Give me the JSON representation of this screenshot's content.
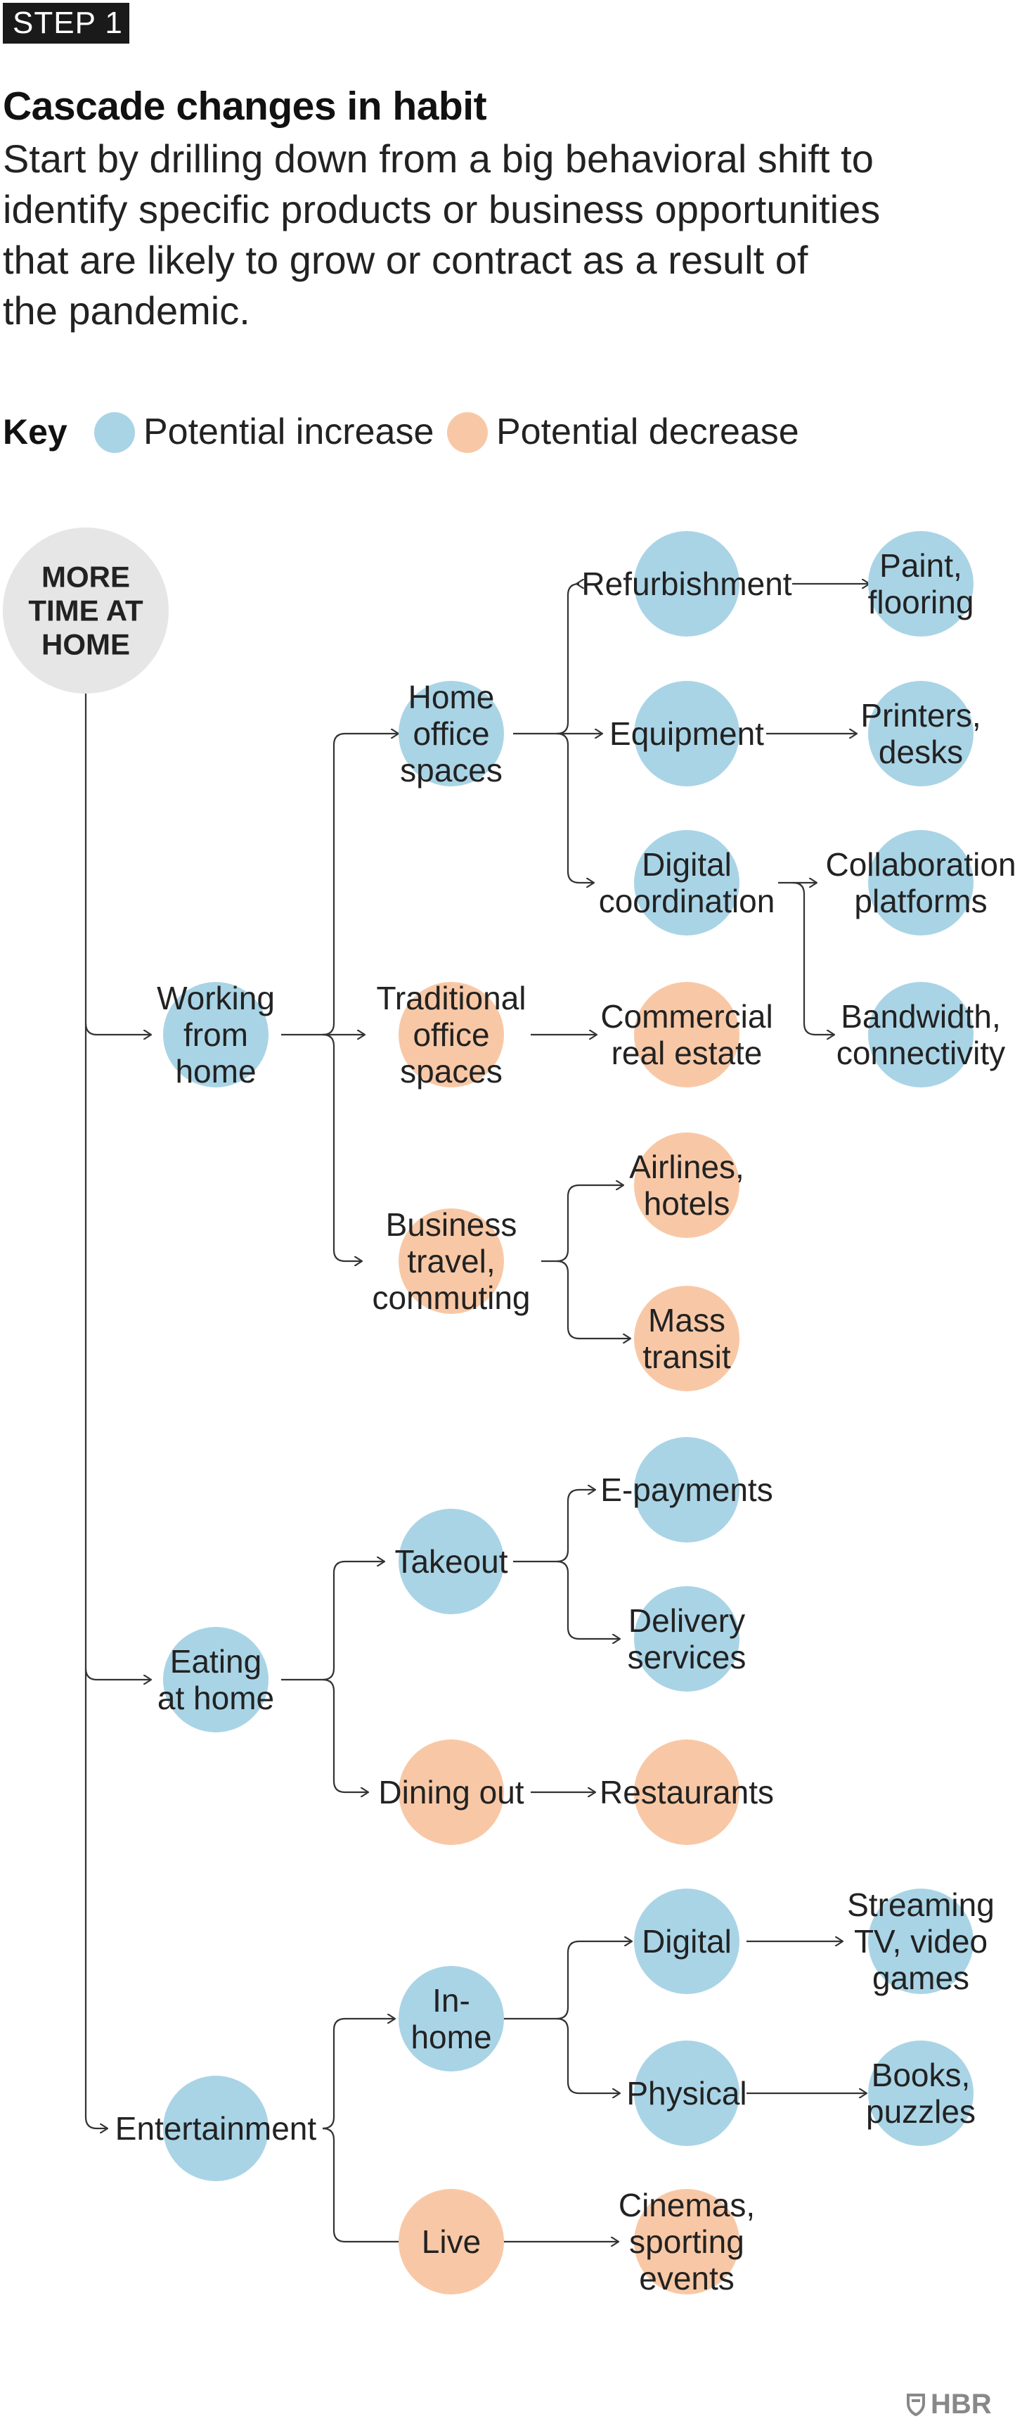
{
  "step": "STEP 1",
  "title": "Cascade changes in habit",
  "description_lines": [
    "Start by drilling down from a big behavioral shift to",
    "identify specific products or business opportunities",
    "that are likely to grow or contract as a result of",
    "the pandemic."
  ],
  "key": {
    "title": "Key",
    "items": [
      {
        "label": "Potential increase",
        "color": "#a9d4e6",
        "type": "increase"
      },
      {
        "label": "Potential decrease",
        "color": "#f8c8a6",
        "type": "decrease"
      }
    ]
  },
  "colors": {
    "increase": "#a9d4e6",
    "decrease": "#f8c8a6",
    "root": "#e6e6e6",
    "line": "#333333"
  },
  "nodes": [
    {
      "id": "root",
      "lines": [
        "MORE",
        "TIME AT",
        "HOME"
      ],
      "type": "root"
    },
    {
      "id": "wfh",
      "lines": [
        "Working",
        "from",
        "home"
      ],
      "type": "increase"
    },
    {
      "id": "eah",
      "lines": [
        "Eating",
        "at home"
      ],
      "type": "increase"
    },
    {
      "id": "ent",
      "lines": [
        "Entertainment"
      ],
      "type": "increase"
    },
    {
      "id": "hos",
      "lines": [
        "Home",
        "office",
        "spaces"
      ],
      "type": "increase"
    },
    {
      "id": "tos",
      "lines": [
        "Traditional",
        "office",
        "spaces"
      ],
      "type": "decrease"
    },
    {
      "id": "btc",
      "lines": [
        "Business",
        "travel,",
        "commuting"
      ],
      "type": "decrease"
    },
    {
      "id": "ref",
      "lines": [
        "Refurbishment"
      ],
      "type": "increase"
    },
    {
      "id": "equ",
      "lines": [
        "Equipment"
      ],
      "type": "increase"
    },
    {
      "id": "dig",
      "lines": [
        "Digital",
        "coordination"
      ],
      "type": "increase"
    },
    {
      "id": "pnt",
      "lines": [
        "Paint,",
        "flooring"
      ],
      "type": "increase"
    },
    {
      "id": "prn",
      "lines": [
        "Printers,",
        "desks"
      ],
      "type": "increase"
    },
    {
      "id": "col",
      "lines": [
        "Collaboration",
        "platforms"
      ],
      "type": "increase"
    },
    {
      "id": "bnd",
      "lines": [
        "Bandwidth,",
        "connectivity"
      ],
      "type": "increase"
    },
    {
      "id": "cre",
      "lines": [
        "Commercial",
        "real estate"
      ],
      "type": "decrease"
    },
    {
      "id": "air",
      "lines": [
        "Airlines,",
        "hotels"
      ],
      "type": "decrease"
    },
    {
      "id": "mas",
      "lines": [
        "Mass",
        "transit"
      ],
      "type": "decrease"
    },
    {
      "id": "tak",
      "lines": [
        "Takeout"
      ],
      "type": "increase"
    },
    {
      "id": "din",
      "lines": [
        "Dining out"
      ],
      "type": "decrease"
    },
    {
      "id": "epa",
      "lines": [
        "E-payments"
      ],
      "type": "increase"
    },
    {
      "id": "del",
      "lines": [
        "Delivery",
        "services"
      ],
      "type": "increase"
    },
    {
      "id": "res",
      "lines": [
        "Restaurants"
      ],
      "type": "decrease"
    },
    {
      "id": "inh",
      "lines": [
        "In-",
        "home"
      ],
      "type": "increase"
    },
    {
      "id": "liv",
      "lines": [
        "Live"
      ],
      "type": "decrease"
    },
    {
      "id": "dgt",
      "lines": [
        "Digital"
      ],
      "type": "increase"
    },
    {
      "id": "phy",
      "lines": [
        "Physical"
      ],
      "type": "increase"
    },
    {
      "id": "stv",
      "lines": [
        "Streaming",
        "TV, video",
        "games"
      ],
      "type": "increase"
    },
    {
      "id": "bks",
      "lines": [
        "Books,",
        "puzzles"
      ],
      "type": "increase"
    },
    {
      "id": "cin",
      "lines": [
        "Cinemas,",
        "sporting",
        "events"
      ],
      "type": "decrease"
    }
  ],
  "edges": [
    [
      "root",
      "wfh"
    ],
    [
      "root",
      "eah"
    ],
    [
      "root",
      "ent"
    ],
    [
      "wfh",
      "hos"
    ],
    [
      "wfh",
      "tos"
    ],
    [
      "wfh",
      "btc"
    ],
    [
      "hos",
      "ref"
    ],
    [
      "hos",
      "equ"
    ],
    [
      "hos",
      "dig"
    ],
    [
      "ref",
      "pnt"
    ],
    [
      "equ",
      "prn"
    ],
    [
      "dig",
      "col"
    ],
    [
      "dig",
      "bnd"
    ],
    [
      "tos",
      "cre"
    ],
    [
      "btc",
      "air"
    ],
    [
      "btc",
      "mas"
    ],
    [
      "eah",
      "tak"
    ],
    [
      "eah",
      "din"
    ],
    [
      "tak",
      "epa"
    ],
    [
      "tak",
      "del"
    ],
    [
      "din",
      "res"
    ],
    [
      "ent",
      "inh"
    ],
    [
      "ent",
      "liv"
    ],
    [
      "inh",
      "dgt"
    ],
    [
      "inh",
      "phy"
    ],
    [
      "dgt",
      "stv"
    ],
    [
      "phy",
      "bks"
    ],
    [
      "liv",
      "cin"
    ]
  ],
  "brand": "HBR"
}
